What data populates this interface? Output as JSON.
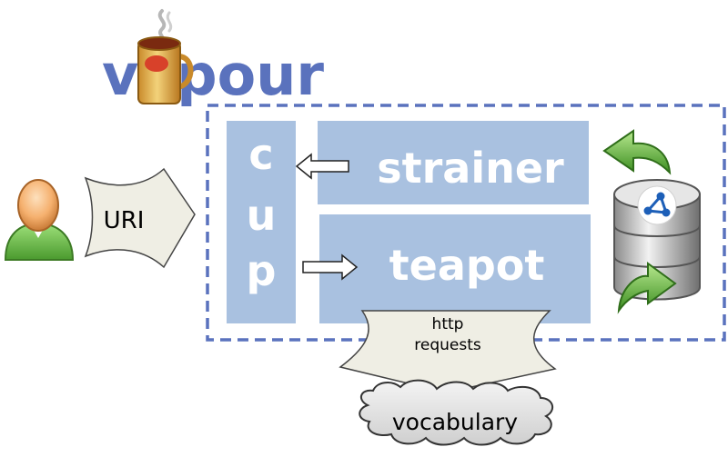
{
  "title": "vapour",
  "user_arrow_label": "URI",
  "cup_letters": [
    "c",
    "u",
    "p"
  ],
  "strainer_label": "strainer",
  "teapot_label": "teapot",
  "http_label_line1": "http",
  "http_label_line2": "requests",
  "cloud_label": "vocabulary",
  "colors": {
    "title": "#5a72bd",
    "box_fill": "#a9c1e0",
    "box_text": "#ffffff",
    "dashed_border": "#5a72bd",
    "arrow_fill": "#efeee4",
    "green_arrow": "#5db33a",
    "user_skin": "#f5b06e",
    "user_shirt": "#6ec24a"
  },
  "icons": [
    "mug-icon",
    "user-icon",
    "database-icon",
    "refresh-arrow-icon"
  ]
}
